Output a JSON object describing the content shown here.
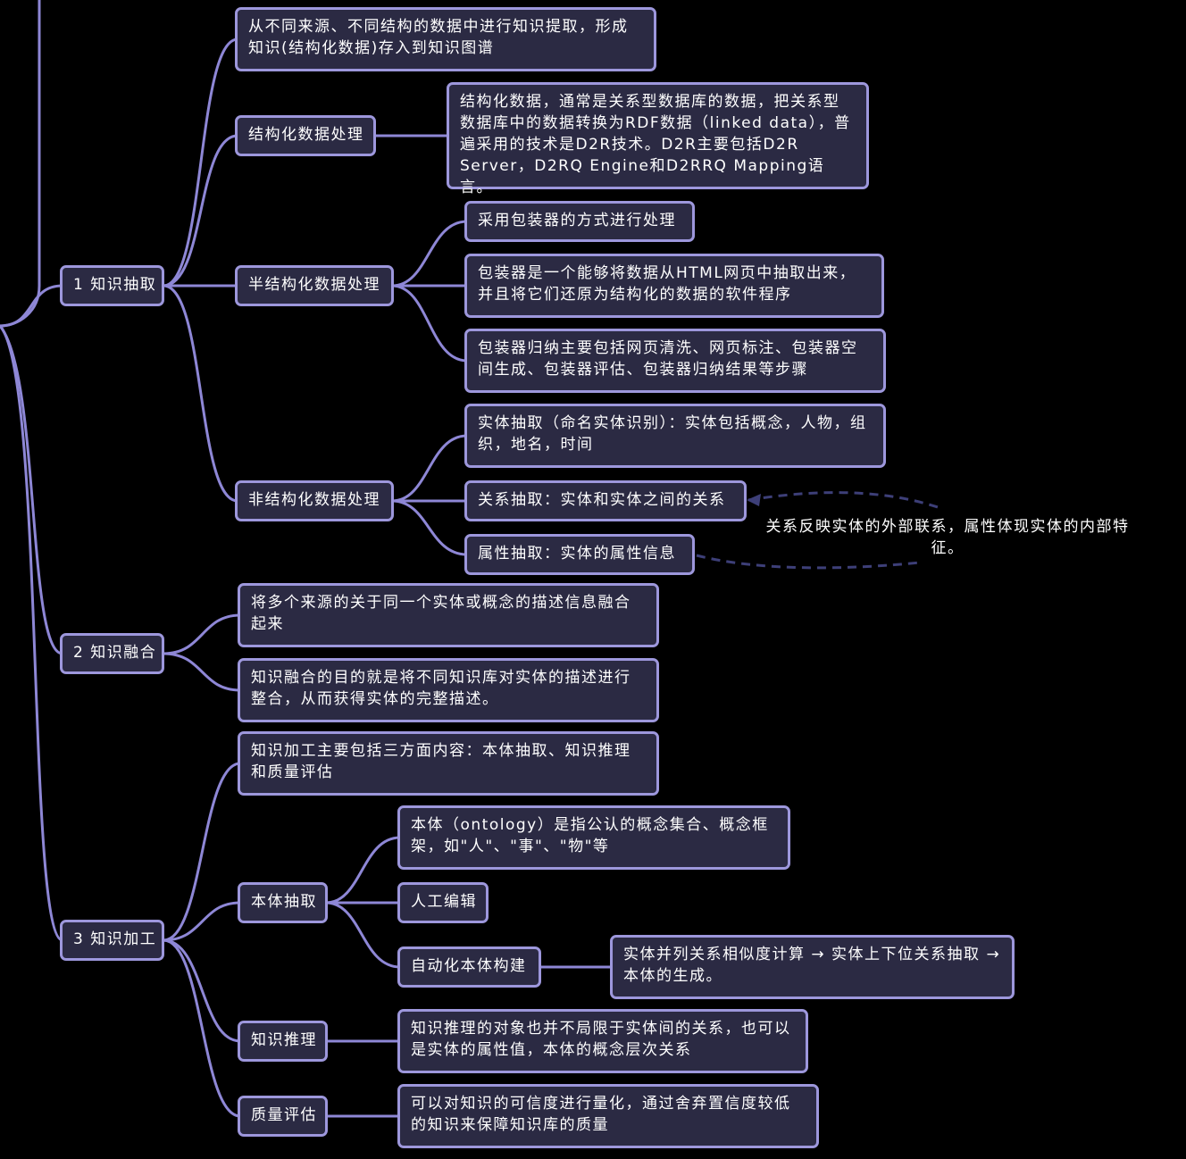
{
  "mindmap": {
    "n1": {
      "label": "1 知识抽取",
      "intro": "从不同来源、不同结构的数据中进行知识提取，形成知识(结构化数据)存入到知识图谱",
      "structured": {
        "label": "结构化数据处理",
        "detail": "结构化数据，通常是关系型数据库的数据，把关系型数据库中的数据转换为RDF数据（linked data），普遍采用的技术是D2R技术。D2R主要包括D2R Server，D2RQ Engine和D2RRQ Mapping语言。"
      },
      "semi": {
        "label": "半结构化数据处理",
        "items": [
          "采用包装器的方式进行处理",
          "包装器是一个能够将数据从HTML网页中抽取出来，并且将它们还原为结构化的数据的软件程序",
          "包装器归纳主要包括网页清洗、网页标注、包装器空间生成、包装器评估、包装器归纳结果等步骤"
        ]
      },
      "unstructured": {
        "label": "非结构化数据处理",
        "items": [
          "实体抽取（命名实体识别）：实体包括概念，人物，组织，地名，时间",
          "关系抽取：实体和实体之间的关系",
          "属性抽取：实体的属性信息"
        ],
        "note": "关系反映实体的外部联系，属性体现实体的内部特征。"
      }
    },
    "n2": {
      "label": "2 知识融合",
      "items": [
        "将多个来源的关于同一个实体或概念的描述信息融合起来",
        "知识融合的目的就是将不同知识库对实体的描述进行整合，从而获得实体的完整描述。"
      ]
    },
    "n3": {
      "label": "3 知识加工",
      "intro": "知识加工主要包括三方面内容：本体抽取、知识推理和质量评估",
      "ontology": {
        "label": "本体抽取",
        "definition": "本体（ontology）是指公认的概念集合、概念框架，如\"人\"、\"事\"、\"物\"等",
        "manual": "人工编辑",
        "auto": {
          "label": "自动化本体构建",
          "detail": "实体并列关系相似度计算 → 实体上下位关系抽取 → 本体的生成。"
        }
      },
      "reasoning": {
        "label": "知识推理",
        "detail": "知识推理的对象也并不局限于实体间的关系，也可以是实体的属性值，本体的概念层次关系"
      },
      "quality": {
        "label": "质量评估",
        "detail": "可以对知识的可信度进行量化，通过舍弃置信度较低的知识来保障知识库的质量"
      }
    }
  },
  "colors": {
    "line": "#8e87d6",
    "border": "#9d97dc",
    "fill": "#2b2a43",
    "dash": "#3d3f78"
  }
}
